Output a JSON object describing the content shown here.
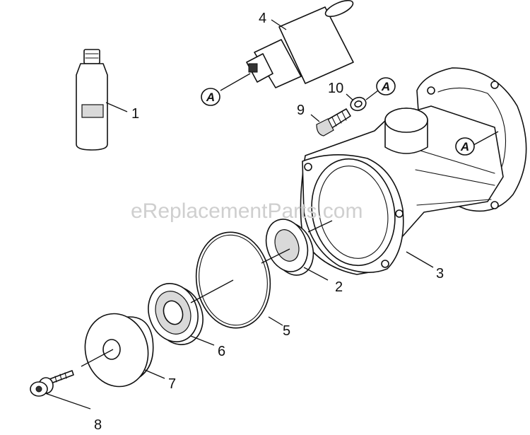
{
  "watermark": "eReplacementParts.com",
  "reference_marker": "A",
  "callouts": {
    "p1": "1",
    "p2": "2",
    "p3": "3",
    "p4": "4",
    "p5": "5",
    "p6": "6",
    "p7": "7",
    "p8": "8",
    "p9": "9",
    "p10": "10"
  }
}
